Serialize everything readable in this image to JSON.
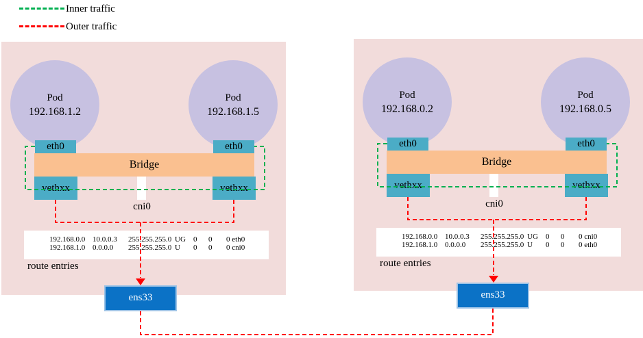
{
  "legend": {
    "items": [
      {
        "label": "Inner traffic",
        "color": "#00b050"
      },
      {
        "label": "Outer traffic",
        "color": "#ff0000"
      }
    ]
  },
  "colors": {
    "node_background": "#f2dcdb",
    "pod_circle": "#c7c1e1",
    "interface_box": "#4bacc6",
    "bridge_bar": "#fac090",
    "nic_box": "#0b72c6",
    "inner_traffic": "#00b050",
    "outer_traffic": "#ff0000"
  },
  "nodes": [
    {
      "pods": [
        {
          "title": "Pod",
          "ip": "192.168.1.2"
        },
        {
          "title": "Pod",
          "ip": "192.168.1.5"
        }
      ],
      "eth_left": "eth0",
      "eth_right": "eth0",
      "bridge": "Bridge",
      "veth_left": "vethxx",
      "veth_right": "vethxx",
      "cni": "cni0",
      "routes": [
        [
          "192.168.0.0",
          "10.0.0.3",
          "255.255.255.0",
          "UG",
          "0",
          "0",
          "0 eth0"
        ],
        [
          "192.168.1.0",
          "0.0.0.0",
          "255.255.255.0",
          "U",
          "0",
          "0",
          "0 cni0"
        ]
      ],
      "routes_caption": "route entries",
      "nic": "ens33"
    },
    {
      "pods": [
        {
          "title": "Pod",
          "ip": "192.168.0.2"
        },
        {
          "title": "Pod",
          "ip": "192.168.0.5"
        }
      ],
      "eth_left": "eth0",
      "eth_right": "eth0",
      "bridge": "Bridge",
      "veth_left": "vethxx",
      "veth_right": "vethxx",
      "cni": "cni0",
      "routes": [
        [
          "192.168.0.0",
          "10.0.0.3",
          "255.255.255.0",
          "UG",
          "0",
          "0",
          "0 cni0"
        ],
        [
          "192.168.1.0",
          "0.0.0.0",
          "255.255.255.0",
          "U",
          "0",
          "0",
          "0 eth0"
        ]
      ],
      "routes_caption": "route entries",
      "nic": "ens33"
    }
  ]
}
